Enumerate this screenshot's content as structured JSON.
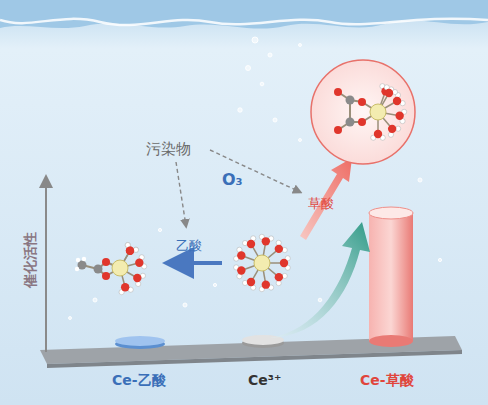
{
  "diagram": {
    "labels": [
      "污染物",
      "O₃",
      "乙酸",
      "草酸",
      "催化活性",
      "Ce-乙酸",
      "Ce³⁺",
      "Ce-草酸"
    ]
  }
}
